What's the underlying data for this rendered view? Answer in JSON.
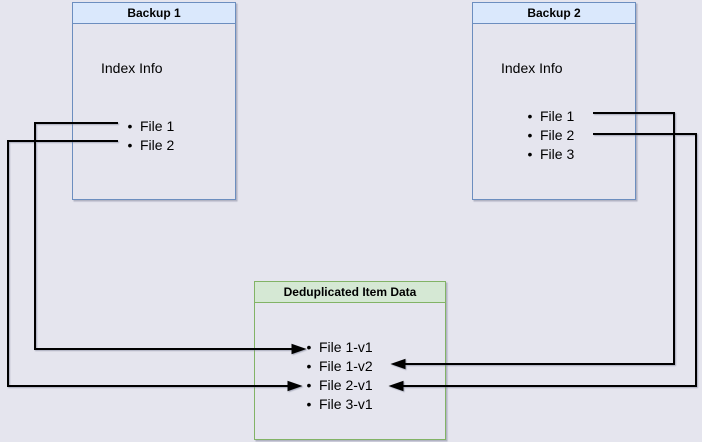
{
  "backup1": {
    "title": "Backup 1",
    "subtitle": "Index Info",
    "files": [
      "File 1",
      "File 2"
    ]
  },
  "backup2": {
    "title": "Backup 2",
    "subtitle": "Index Info",
    "files": [
      "File 1",
      "File 2",
      "File 3"
    ]
  },
  "dedup": {
    "title": "Deduplicated Item Data",
    "items": [
      "File 1-v1",
      "File 1-v2",
      "File 2-v1",
      "File 3-v1"
    ]
  },
  "connections": [
    {
      "from": "Backup 1 / File 1",
      "to": "File 1-v1"
    },
    {
      "from": "Backup 1 / File 2",
      "to": "File 2-v1"
    },
    {
      "from": "Backup 2 / File 1",
      "to": "File 1-v2"
    },
    {
      "from": "Backup 2 / File 2",
      "to": "File 2-v1"
    }
  ],
  "colors": {
    "background": "#e5e5ee",
    "backup_border": "#6c8ebf",
    "backup_header_fill": "#dae8fc",
    "dedup_border": "#82b366",
    "dedup_header_fill": "#d5e8d4",
    "arrow": "#000000",
    "text": "#000000"
  }
}
